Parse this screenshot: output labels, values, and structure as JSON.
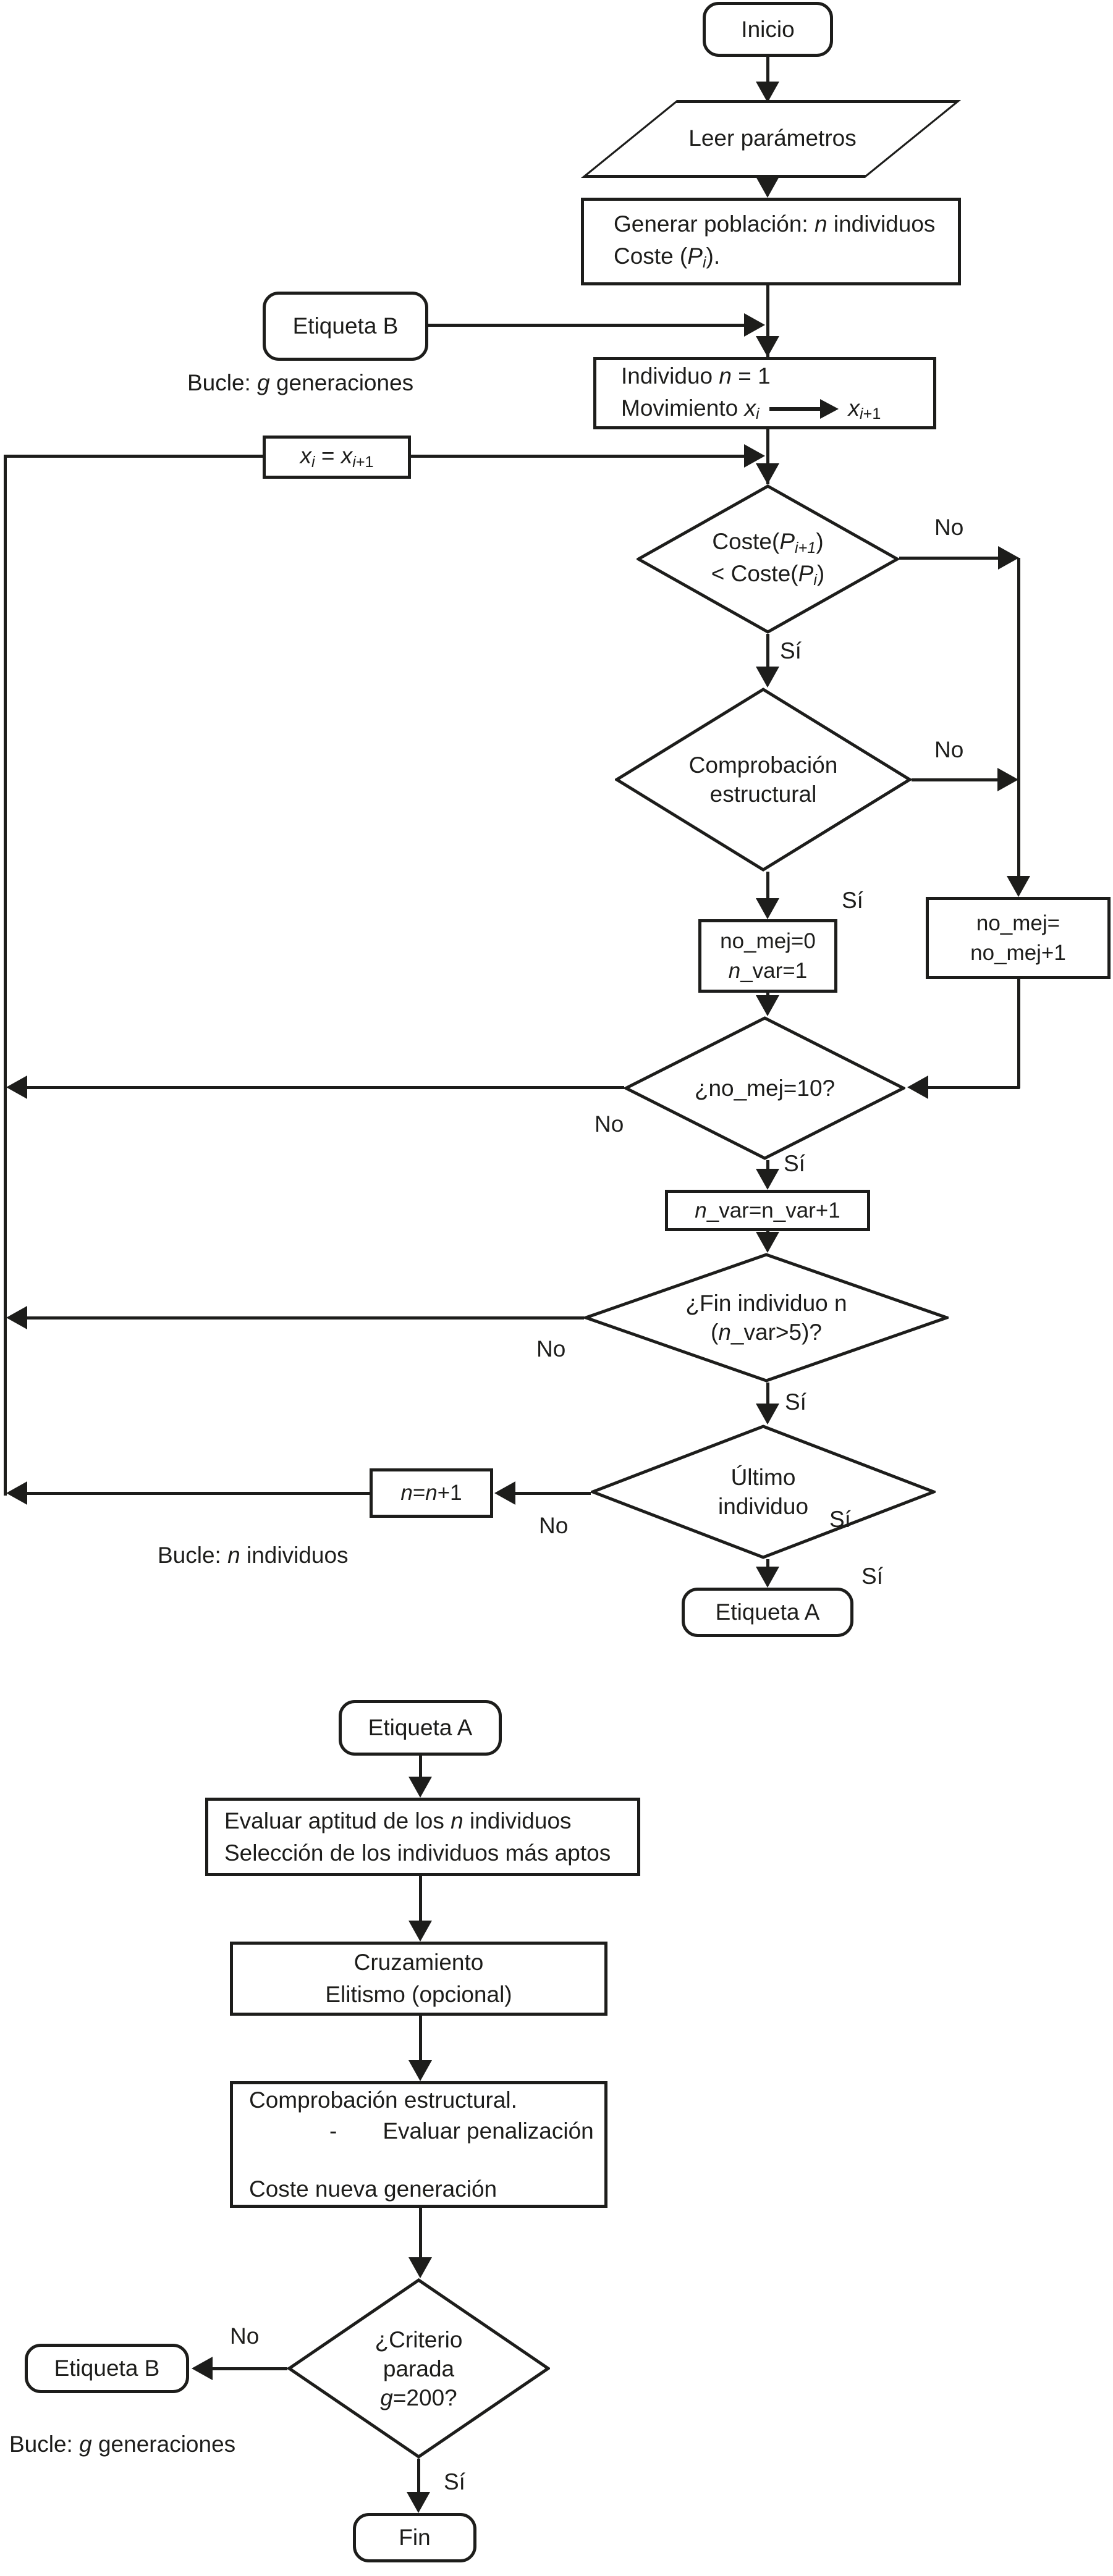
{
  "diagram": {
    "colors": {
      "stroke": "#1d1d1b",
      "background": "#ffffff"
    },
    "nodes": {
      "inicio": {
        "label": "Inicio"
      },
      "leer": {
        "label": "Leer parámetros"
      },
      "generar": {
        "lines": [
          {
            "segs": [
              {
                "t": "Generar población: "
              },
              {
                "t": "n",
                "i": true
              },
              {
                "t": " individuos"
              }
            ]
          },
          {
            "segs": [
              {
                "t": "Coste ("
              },
              {
                "t": "P",
                "i": true
              },
              {
                "t": "i",
                "i": true,
                "sub": true
              },
              {
                "t": ")."
              }
            ]
          }
        ]
      },
      "etiqueta_b1": {
        "label": "Etiqueta B"
      },
      "bucle_g1": {
        "segs_line": [
          {
            "t": "Bucle: "
          },
          {
            "t": "g",
            "i": true
          },
          {
            "t": " generaciones"
          }
        ]
      },
      "individuo": {
        "lines": [
          {
            "segs": [
              {
                "t": "Individuo "
              },
              {
                "t": "n",
                "i": true
              },
              {
                "t": " = 1"
              }
            ]
          },
          {
            "segs": [
              {
                "t": "Movimiento "
              },
              {
                "t": "x",
                "i": true
              },
              {
                "t": "i",
                "i": true,
                "sub": true
              },
              {
                "arrow": true
              },
              {
                "t": "x",
                "i": true
              },
              {
                "t": "i",
                "i": true,
                "sub": true
              },
              {
                "t": "+1",
                "sub": true
              }
            ]
          }
        ]
      },
      "xi_update": {
        "lines": [
          {
            "segs": [
              {
                "t": "x",
                "i": true
              },
              {
                "t": "i",
                "i": true,
                "sub": true
              },
              {
                "t": " = "
              },
              {
                "t": "x",
                "i": true
              },
              {
                "t": "i",
                "i": true,
                "sub": true
              },
              {
                "t": "+1",
                "sub": true
              }
            ]
          }
        ]
      },
      "coste": {
        "lines": [
          {
            "segs": [
              {
                "t": "Coste("
              },
              {
                "t": "P",
                "i": true
              },
              {
                "t": "i+1",
                "i": true,
                "sub": true
              },
              {
                "t": ")"
              }
            ]
          },
          {
            "segs": [
              {
                "t": "< Coste("
              },
              {
                "t": "P",
                "i": true
              },
              {
                "t": "i",
                "i": true,
                "sub": true
              },
              {
                "t": ")"
              }
            ]
          }
        ]
      },
      "comprobacion1": {
        "lines": [
          {
            "segs": [
              {
                "t": "Comprobación"
              }
            ]
          },
          {
            "segs": [
              {
                "t": "estructural"
              }
            ]
          }
        ]
      },
      "no_mej_cero": {
        "lines": [
          {
            "segs": [
              {
                "t": "no_mej=0"
              }
            ]
          },
          {
            "segs": [
              {
                "t": "n",
                "i": true
              },
              {
                "t": "_var=1"
              }
            ]
          }
        ]
      },
      "no_mej_inc": {
        "lines": [
          {
            "segs": [
              {
                "t": "no_mej="
              }
            ]
          },
          {
            "segs": [
              {
                "t": "no_mej+1"
              }
            ]
          }
        ]
      },
      "no_mej_diez": {
        "lines": [
          {
            "segs": [
              {
                "t": "¿no_mej=10?"
              }
            ]
          }
        ]
      },
      "n_var_inc": {
        "lines": [
          {
            "segs": [
              {
                "t": "n",
                "i": true
              },
              {
                "t": "_var=n_var+1"
              }
            ]
          }
        ]
      },
      "fin_individuo": {
        "lines": [
          {
            "segs": [
              {
                "t": "¿Fin individuo n"
              }
            ]
          },
          {
            "segs": [
              {
                "t": "("
              },
              {
                "t": "n",
                "i": true
              },
              {
                "t": "_var>5)?"
              }
            ]
          }
        ]
      },
      "ultimo": {
        "lines": [
          {
            "segs": [
              {
                "t": "Último"
              }
            ]
          },
          {
            "segs": [
              {
                "t": "individuo"
              }
            ]
          }
        ]
      },
      "n_inc": {
        "lines": [
          {
            "segs": [
              {
                "t": "n",
                "i": true
              },
              {
                "t": "="
              },
              {
                "t": "n",
                "i": true
              },
              {
                "t": "+1"
              }
            ]
          }
        ]
      },
      "bucle_n": {
        "segs_line": [
          {
            "t": "Bucle: "
          },
          {
            "t": "n",
            "i": true
          },
          {
            "t": " individuos"
          }
        ]
      },
      "etiqueta_a1": {
        "label": "Etiqueta A"
      },
      "etiqueta_a2": {
        "label": "Etiqueta A"
      },
      "evaluar": {
        "lines": [
          {
            "segs": [
              {
                "t": "Evaluar aptitud de los "
              },
              {
                "t": "n",
                "i": true
              },
              {
                "t": " individuos"
              }
            ]
          },
          {
            "segs": [
              {
                "t": "Selección de los individuos más aptos"
              }
            ]
          }
        ]
      },
      "cruzamiento": {
        "lines": [
          {
            "segs": [
              {
                "t": "Cruzamiento"
              }
            ]
          },
          {
            "segs": [
              {
                "t": "Elitismo (opcional)"
              }
            ]
          }
        ]
      },
      "comprobacion2": {
        "lines": [
          {
            "segs": [
              {
                "t": "Comprobación estructural."
              }
            ]
          },
          {
            "pad": 130,
            "segs": [
              {
                "t": "-    Evaluar penalización"
              }
            ]
          },
          {
            "gap": true
          },
          {
            "segs": [
              {
                "t": "Coste nueva generación"
              }
            ]
          }
        ]
      },
      "criterio": {
        "lines": [
          {
            "segs": [
              {
                "t": "¿Criterio"
              }
            ]
          },
          {
            "segs": [
              {
                "t": "parada"
              }
            ]
          },
          {
            "segs": [
              {
                "t": "g",
                "i": true
              },
              {
                "t": "=200?"
              }
            ]
          }
        ]
      },
      "etiqueta_b2": {
        "label": "Etiqueta B"
      },
      "bucle_g2": {
        "segs_line": [
          {
            "t": "Bucle: "
          },
          {
            "t": "g",
            "i": true
          },
          {
            "t": " generaciones"
          }
        ]
      },
      "fin": {
        "label": "Fin"
      }
    },
    "edge_labels": {
      "coste_no": "No",
      "coste_si": "Sí",
      "comprobacion_no": "No",
      "comprobacion_si": "Sí",
      "no_mej_no": "No",
      "no_mej_si": "Sí",
      "fin_individuo_no": "No",
      "fin_individuo_si": "Sí",
      "ultimo_no": "No",
      "ultimo_si_1": "Sí",
      "ultimo_si_2": "Sí",
      "criterio_no": "No",
      "criterio_si": "Sí"
    }
  }
}
